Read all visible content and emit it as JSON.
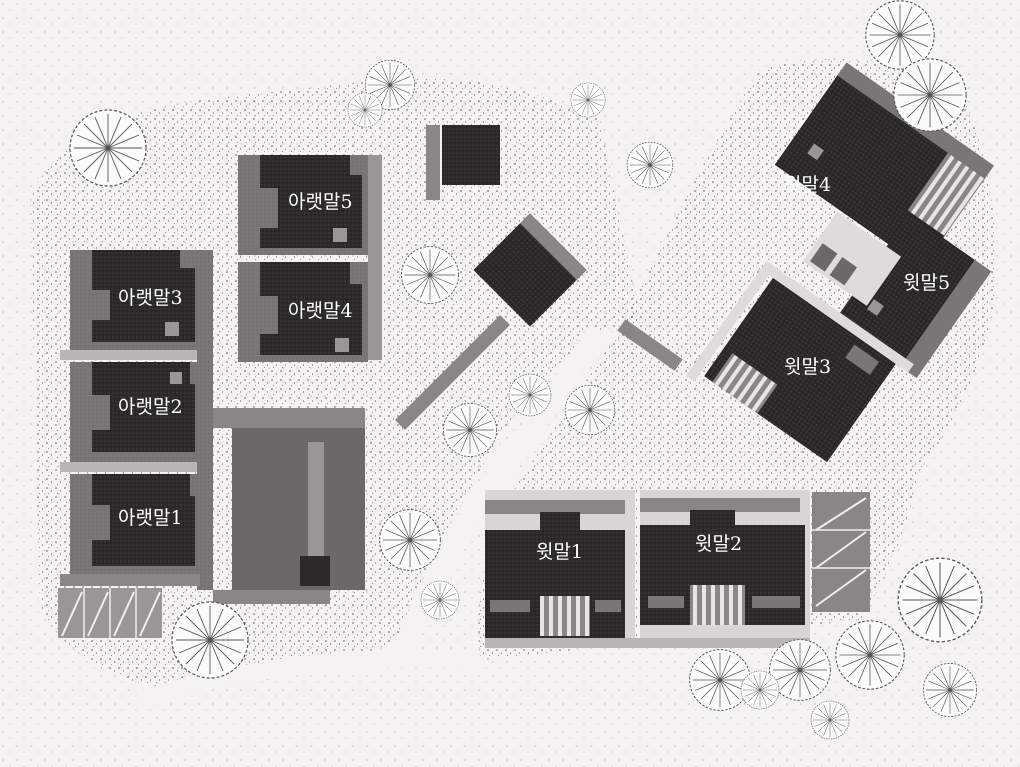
{
  "labels": {
    "lower_1": "아랫말1",
    "lower_2": "아랫말2",
    "lower_3": "아랫말3",
    "lower_4": "아랫말4",
    "lower_5": "아랫말5",
    "upper_1": "윗말1",
    "upper_2": "윗말2",
    "upper_3": "윗말3",
    "upper_4": "윗말4",
    "upper_5": "윗말5"
  },
  "colors": {
    "background": "#f4f3f1",
    "roof_dark": "#2c2a29",
    "wall_mid": "#7a7674",
    "path_light": "#b9b5b2",
    "court": "#6b6866",
    "tree_line": "#555555",
    "label_text": "#ffffff"
  }
}
